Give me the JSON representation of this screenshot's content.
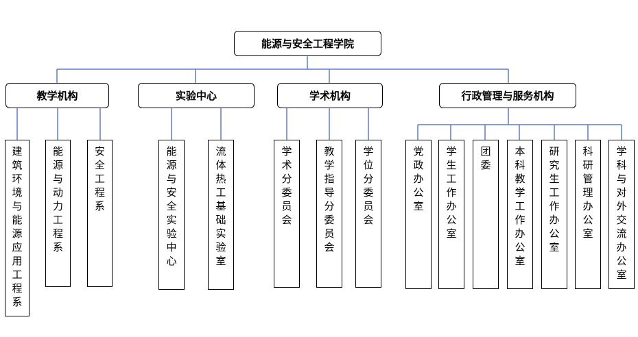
{
  "root": {
    "label": "能源与安全工程学院"
  },
  "branches": {
    "teaching": {
      "label": "教学机构",
      "children": [
        "建筑环境与能源应用工程系",
        "能源与动力工程系",
        "安全工程系"
      ]
    },
    "lab": {
      "label": "实验中心",
      "children": [
        "能源与安全实验中心",
        "流体热工基础实验室"
      ]
    },
    "academic": {
      "label": "学术机构",
      "children": [
        "学术分委员会",
        "教学指导分委员会",
        "学位分委员会"
      ]
    },
    "admin": {
      "label": "行政管理与服务机构",
      "children": [
        "党政办公室",
        "学生工作办公室",
        "团委",
        "本科教学工作办公室",
        "研究生工作办公室",
        "科研管理办公室",
        "学科与对外交流办公室"
      ]
    }
  },
  "colors": {
    "connector": "#5b7fbf",
    "border": "#000000",
    "text": "#000000"
  }
}
